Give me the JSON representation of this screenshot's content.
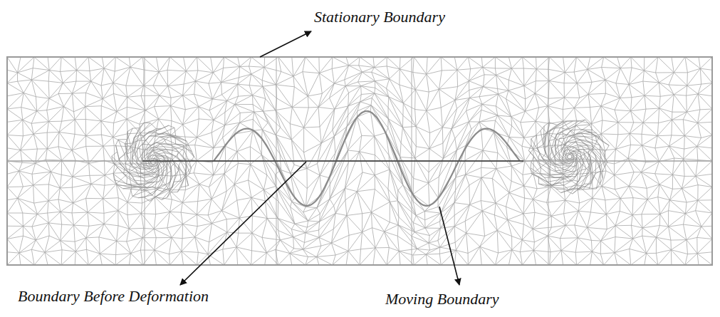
{
  "diagram": {
    "labels": [
      "Stationary Boundary",
      "Boundary Before Deformation",
      "Moving Boundary"
    ]
  }
}
